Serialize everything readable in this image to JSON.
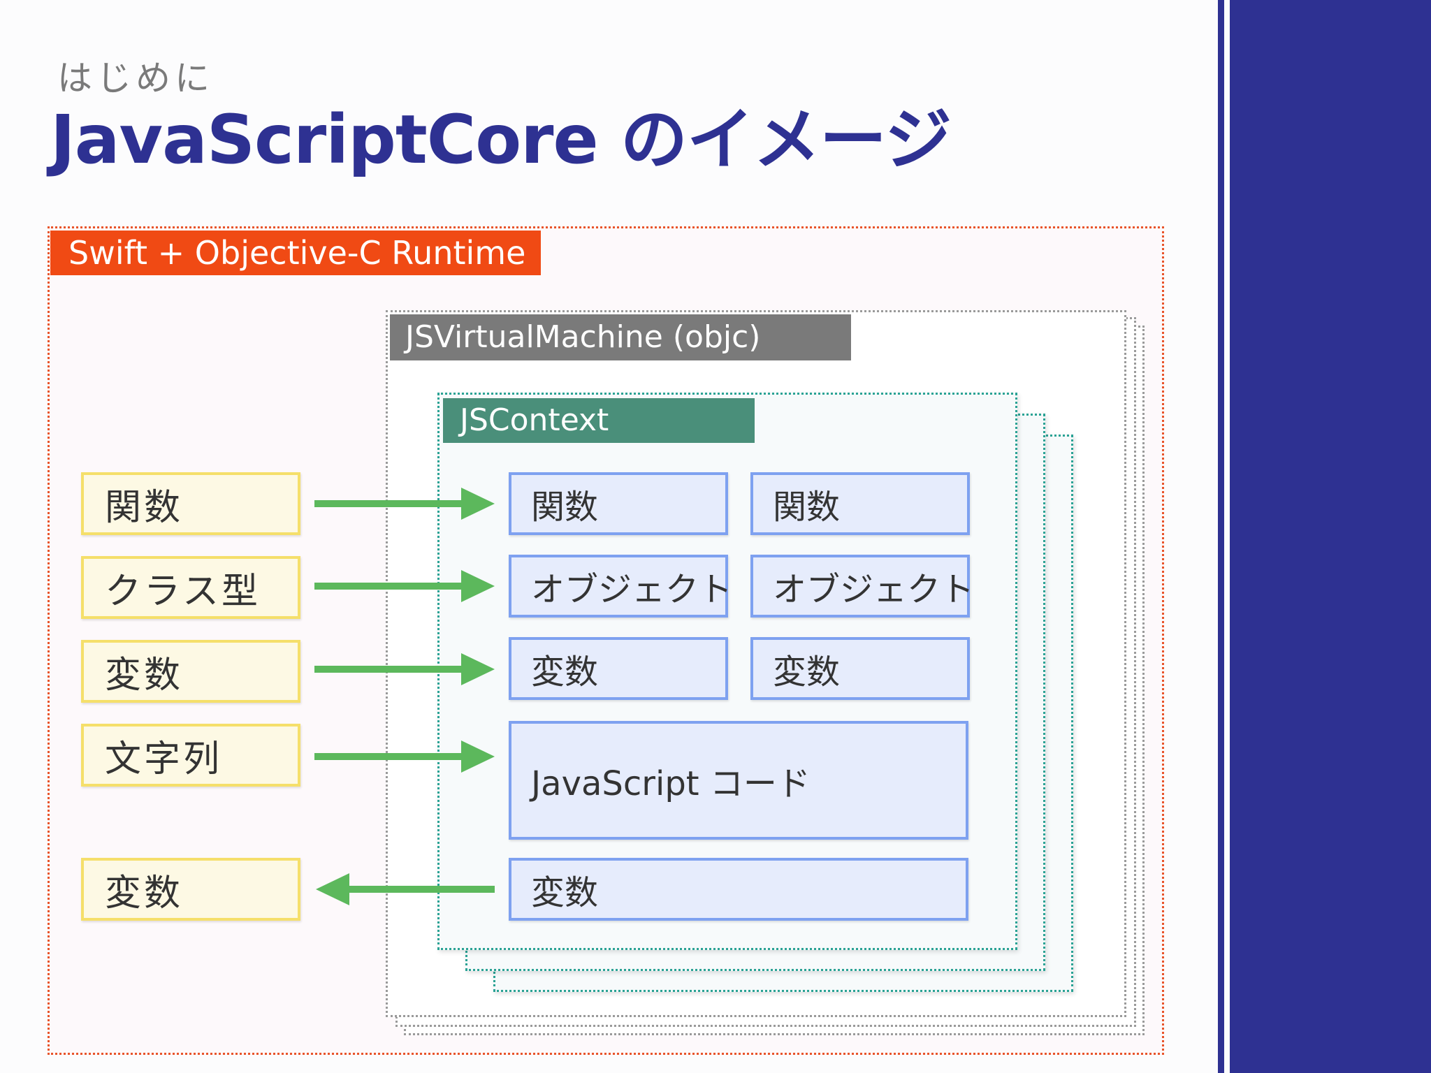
{
  "colors": {
    "title": "#2e3192",
    "runtime": "#f04a14",
    "vm": "#7a7a7a",
    "context": "#4a8f7a",
    "arrow": "#5cb85c",
    "blue_box": "#7ea1f0",
    "yellow_box": "#f5df6a"
  },
  "header": {
    "subtitle": "はじめに",
    "title": "JavaScriptCore のイメージ"
  },
  "runtime": {
    "label": "Swift + Objective-C Runtime"
  },
  "vm": {
    "label": "JSVirtualMachine (objc)"
  },
  "context": {
    "label": "JSContext",
    "grid": [
      [
        "関数",
        "関数"
      ],
      [
        "オブジェクト",
        "オブジェクト"
      ],
      [
        "変数",
        "変数"
      ]
    ],
    "code_label": "JavaScript コード",
    "bottom_label": "変数"
  },
  "native": {
    "items": [
      "関数",
      "クラス型",
      "変数",
      "文字列"
    ],
    "bottom_item": "変数"
  },
  "arrows": [
    {
      "from": "関数",
      "to": "関数",
      "direction": "right"
    },
    {
      "from": "クラス型",
      "to": "オブジェクト",
      "direction": "right"
    },
    {
      "from": "変数",
      "to": "変数",
      "direction": "right"
    },
    {
      "from": "文字列",
      "to": "JavaScript コード",
      "direction": "right"
    },
    {
      "from": "変数",
      "to": "変数",
      "direction": "left"
    }
  ]
}
